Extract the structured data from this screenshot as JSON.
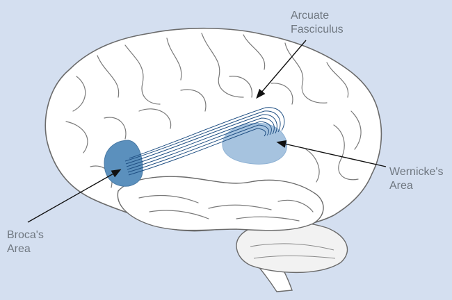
{
  "labels": {
    "arcuate": {
      "line1": "Arcuate",
      "line2": "Fasciculus"
    },
    "wernicke": {
      "line1": "Wernicke's",
      "line2": "Area"
    },
    "broca": {
      "line1": "Broca's",
      "line2": "Area"
    }
  },
  "colors": {
    "background": "#d4dff0",
    "brain": "#ffffff",
    "brain_outline": "#6b6b6b",
    "broca_area": "#5b90bd",
    "wernicke_area": "#a6c3df",
    "fasciculus": "#1f4f83",
    "arrow": "#111111"
  }
}
